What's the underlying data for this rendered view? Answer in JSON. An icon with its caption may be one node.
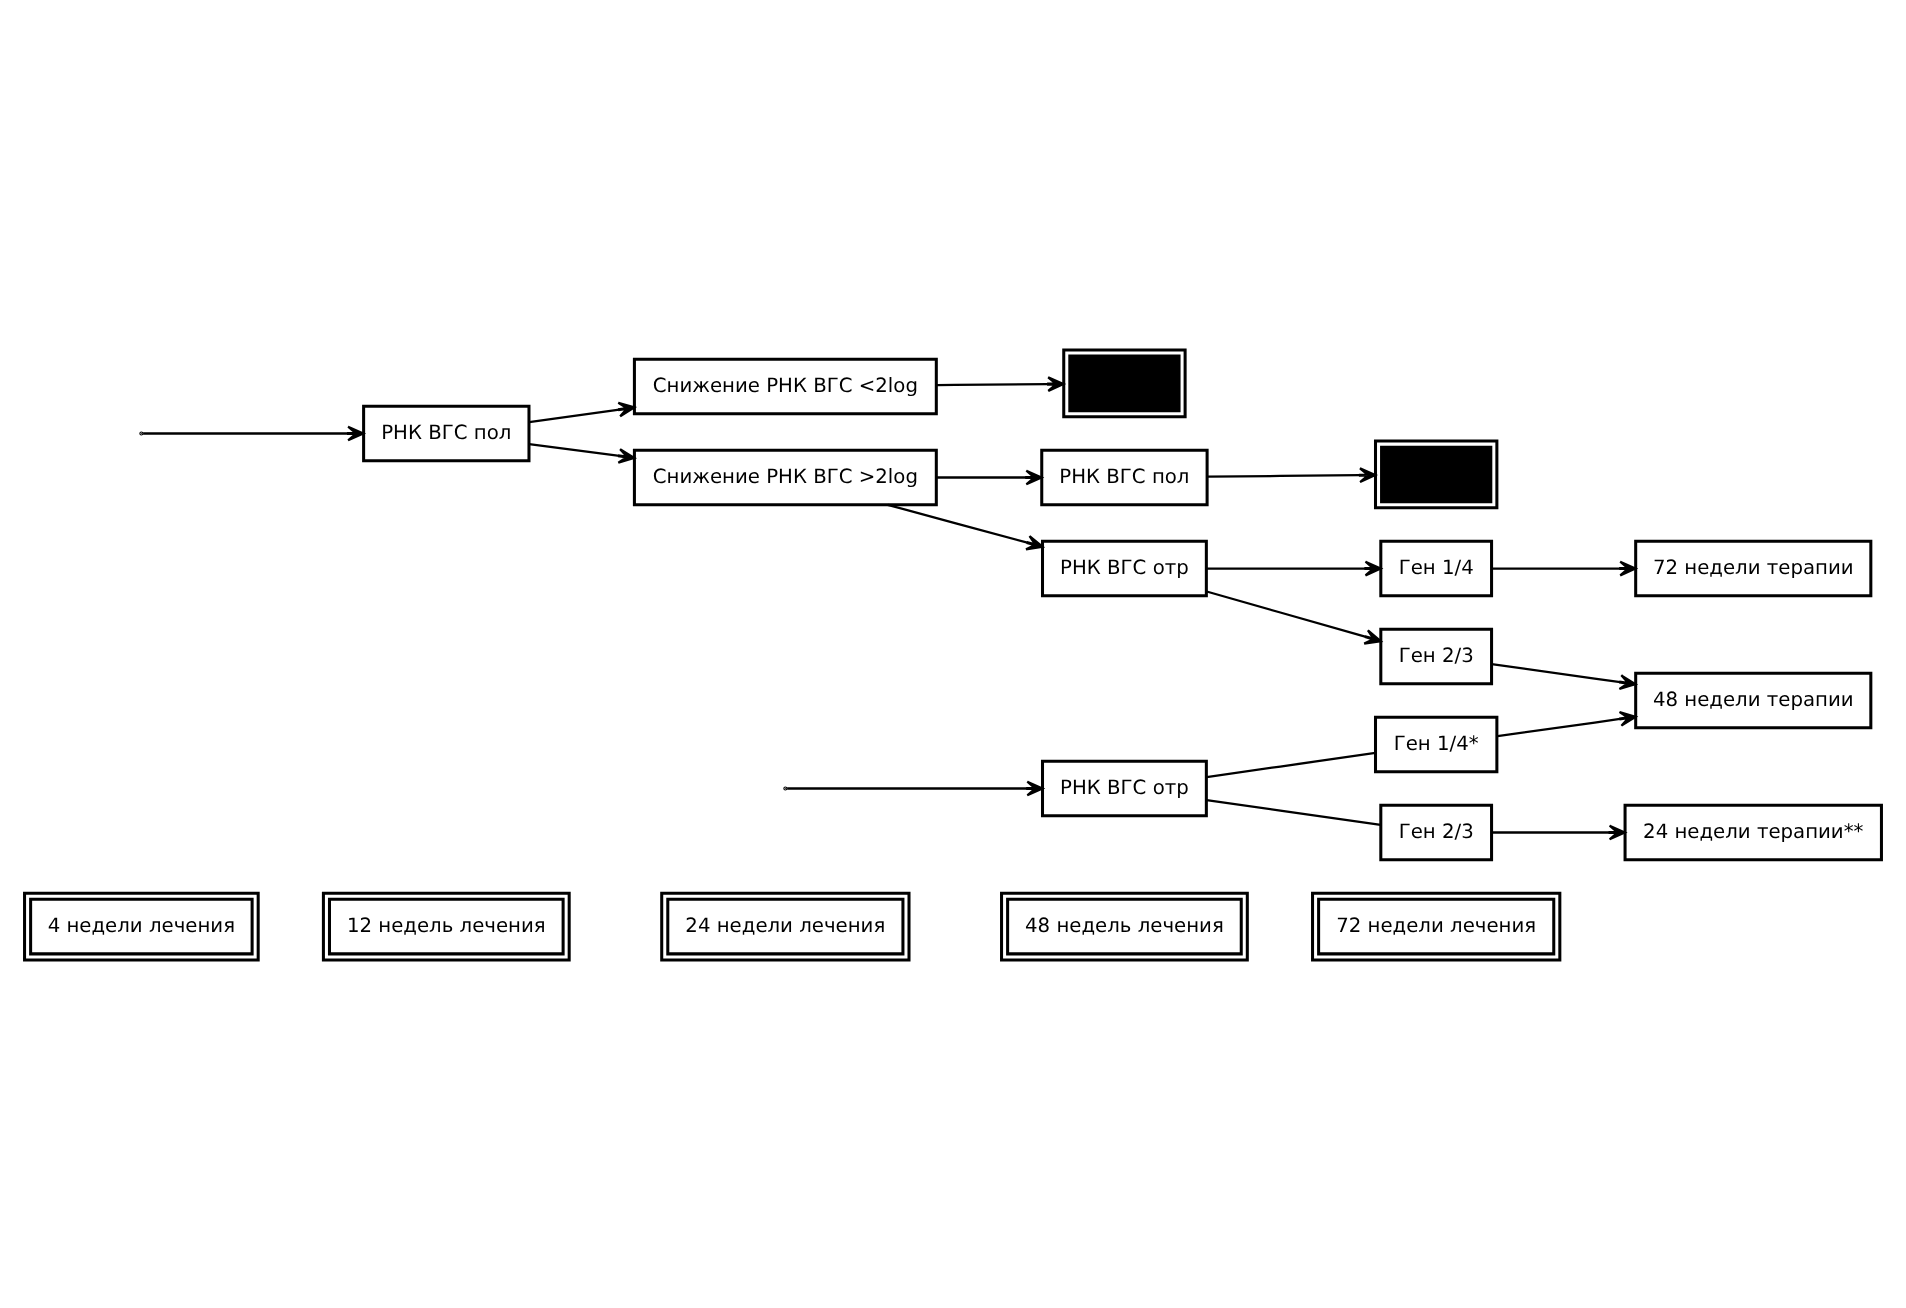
{
  "diagram": {
    "nodes": [
      {
        "text": [
          "4 недели лечения"
        ]
      },
      {
        "text": [
          "12 недель лечения"
        ]
      },
      {
        "text": [
          "24 недели лечения"
        ]
      },
      {
        "text": [
          "48 недель лечения"
        ]
      },
      {
        "text": [
          "72 недели лечения"
        ]
      },
      {
        "text": [
          "РНК ВГС отр"
        ]
      },
      {
        "text": [
          "Ген 2/3"
        ]
      },
      {
        "text": [
          "24 недели терапии**"
        ]
      },
      {
        "text": [
          "Ген 1/4*"
        ]
      },
      {
        "text": [
          "48 недели терапии"
        ]
      },
      {
        "text": [
          "РНК ВГС отр"
        ]
      },
      {
        "text": [
          "Ген 2/3"
        ]
      },
      {
        "text": [
          "Снижение РНК ВГС >2log"
        ]
      },
      {
        "text": [
          "Ген 1/4"
        ]
      },
      {
        "text": [
          "72 недели терапии"
        ]
      },
      {
        "text": [
          "РНК ВГС пол"
        ]
      },
      {
        "text": [
          "РНК ВГС пол"
        ]
      },
      {
        "text": [],
        "shape": "box"
      },
      {
        "text": [
          "Снижение РНК ВГС <2log"
        ]
      },
      {
        "text": [],
        "shape": "box"
      }
    ],
    "edges": [
      {
        "from": null,
        "to": 5,
        "arrow": "to"
      },
      {
        "from": null,
        "to": 15,
        "arrow": "to"
      },
      {
        "from": 5,
        "to": 6,
        "arrow": "none"
      },
      {
        "from": 5,
        "to": 8,
        "arrow": "none"
      },
      {
        "from": 6,
        "to": 7,
        "arrow": "to"
      },
      {
        "from": 8,
        "to": 9,
        "arrow": "to"
      },
      {
        "from": 15,
        "to": 12,
        "arrow": "to"
      },
      {
        "from": 15,
        "to": 18,
        "arrow": "to"
      },
      {
        "from": 12,
        "to": 10,
        "arrow": "to"
      },
      {
        "from": 12,
        "to": 16,
        "arrow": "to"
      },
      {
        "from": 10,
        "to": 11,
        "arrow": "to"
      },
      {
        "from": 10,
        "to": 13,
        "arrow": "to"
      },
      {
        "from": 11,
        "to": 9,
        "arrow": "to"
      },
      {
        "from": 13,
        "to": 14,
        "arrow": "to"
      },
      {
        "from": 16,
        "to": 17,
        "arrow": "to"
      },
      {
        "from": 18,
        "to": 19,
        "arrow": "to"
      }
    ]
  }
}
